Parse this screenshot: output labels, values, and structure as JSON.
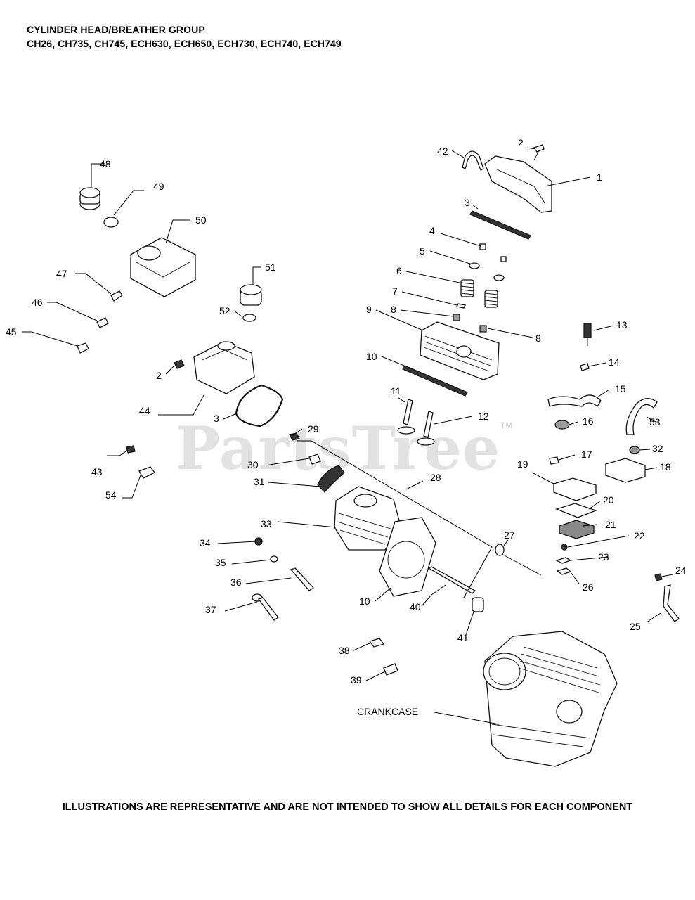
{
  "header": {
    "title": "CYLINDER HEAD/BREATHER GROUP",
    "models": "CH26, CH735, CH745, ECH630,  ECH650,  ECH730, ECH740, ECH749"
  },
  "watermark": {
    "text": "PartsTree",
    "trademark": "TM"
  },
  "footer": {
    "note": "ILLUSTRATIONS ARE REPRESENTATIVE AND ARE NOT INTENDED TO SHOW ALL DETAILS FOR EACH COMPONENT"
  },
  "callouts": {
    "c1": "1",
    "c2a": "2",
    "c2b": "2",
    "c3a": "3",
    "c3b": "3",
    "c4": "4",
    "c5": "5",
    "c6": "6",
    "c7": "7",
    "c8a": "8",
    "c8b": "8",
    "c9": "9",
    "c10a": "10",
    "c10b": "10",
    "c11": "11",
    "c12": "12",
    "c13": "13",
    "c14": "14",
    "c15": "15",
    "c16": "16",
    "c17": "17",
    "c18": "18",
    "c19": "19",
    "c20": "20",
    "c21": "21",
    "c22": "22",
    "c23": "23",
    "c24": "24",
    "c25": "25",
    "c26": "26",
    "c27": "27",
    "c28": "28",
    "c29": "29",
    "c30": "30",
    "c31": "31",
    "c32": "32",
    "c33": "33",
    "c34": "34",
    "c35": "35",
    "c36": "36",
    "c37": "37",
    "c38": "38",
    "c39": "39",
    "c40": "40",
    "c41": "41",
    "c42": "42",
    "c43": "43",
    "c44": "44",
    "c45": "45",
    "c46": "46",
    "c47": "47",
    "c48": "48",
    "c49": "49",
    "c50": "50",
    "c51": "51",
    "c52": "52",
    "c53": "53",
    "c54": "54",
    "crankcase": "CRANKCASE"
  }
}
